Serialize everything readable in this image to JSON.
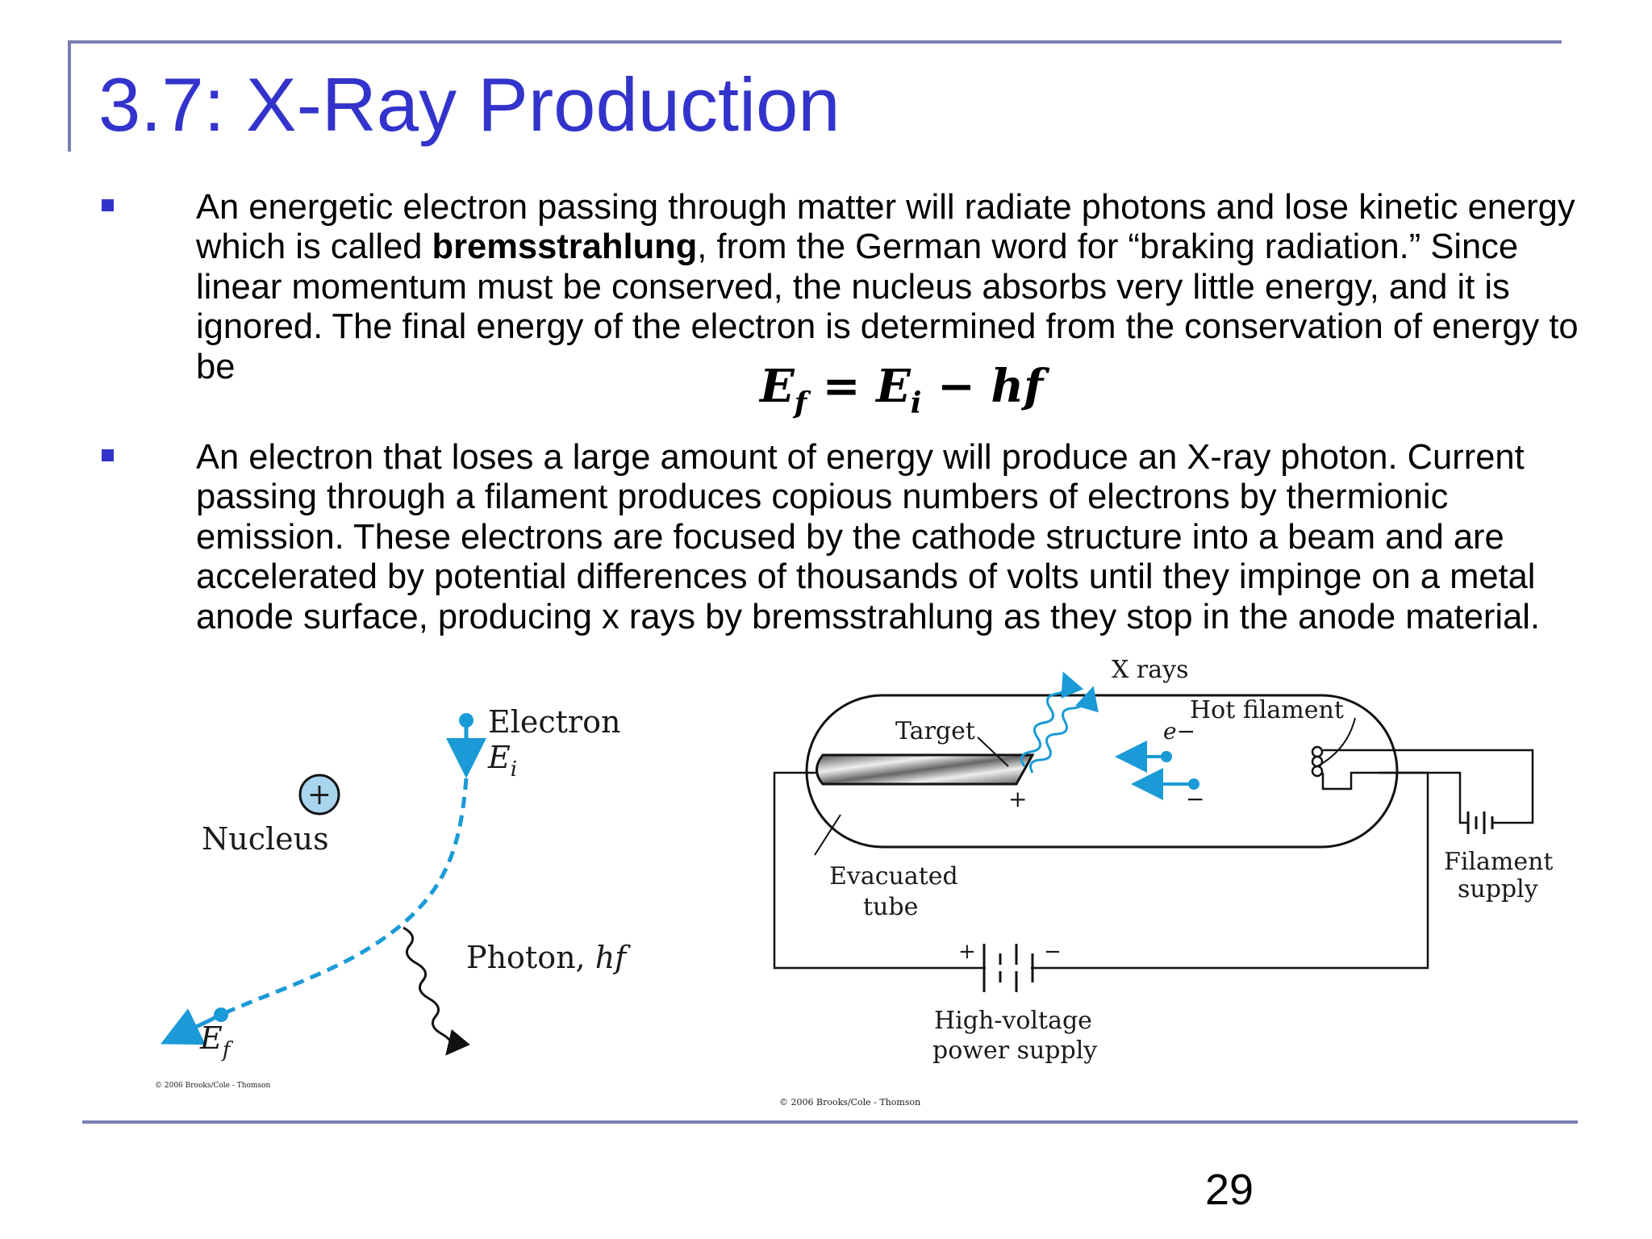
{
  "slide": {
    "title": "3.7: X-Ray Production",
    "page_number": "29",
    "accent_color": "#3333cc",
    "frame_color": "#7a7fb0"
  },
  "bullets": [
    {
      "before": "An energetic electron passing through matter will radiate photons and lose kinetic energy which is called ",
      "bold": "bremsstrahlung",
      "after": ", from the German word for “braking radiation.” Since linear momentum must be conserved, the nucleus absorbs very little energy, and it is ignored. The final energy of the electron is determined from the conservation of energy to be"
    },
    {
      "text": "An electron that loses a large amount of energy will produce an X-ray photon. Current passing through a filament produces copious numbers of electrons by thermionic emission. These electrons are focused by the cathode structure into a beam and are accelerated by potential differences of thousands of volts until they impinge on a metal anode surface, producing x rays by bremsstrahlung as they stop in the anode material."
    }
  ],
  "equation": {
    "lhs": "E",
    "lhs_sub": "f",
    "eq": " = ",
    "e": "E",
    "e_sub": "i",
    "rest": " − hf"
  },
  "figure_left": {
    "electron": "Electron",
    "ei": "E",
    "ei_sub": "i",
    "nucleus": "Nucleus",
    "plus": "+",
    "photon": "Photon, ",
    "photon_hf": "hf",
    "ef": "E",
    "ef_sub": "f",
    "copyright": "© 2006 Brooks/Cole - Thomson",
    "electron_color": "#1a9ad6"
  },
  "figure_right": {
    "xrays": "X rays",
    "target": "Target",
    "hot_filament": "Hot filament",
    "e_minus": "e−",
    "plus": "+",
    "minus": "−",
    "evacuated": "Evacuated",
    "tube": "tube",
    "filament_line1": "Filament",
    "filament_line2": "supply",
    "hv_line1": "High-voltage",
    "hv_line2": "power supply",
    "hv_plus": "+",
    "hv_minus": "−",
    "copyright": "© 2006 Brooks/Cole - Thomson"
  }
}
